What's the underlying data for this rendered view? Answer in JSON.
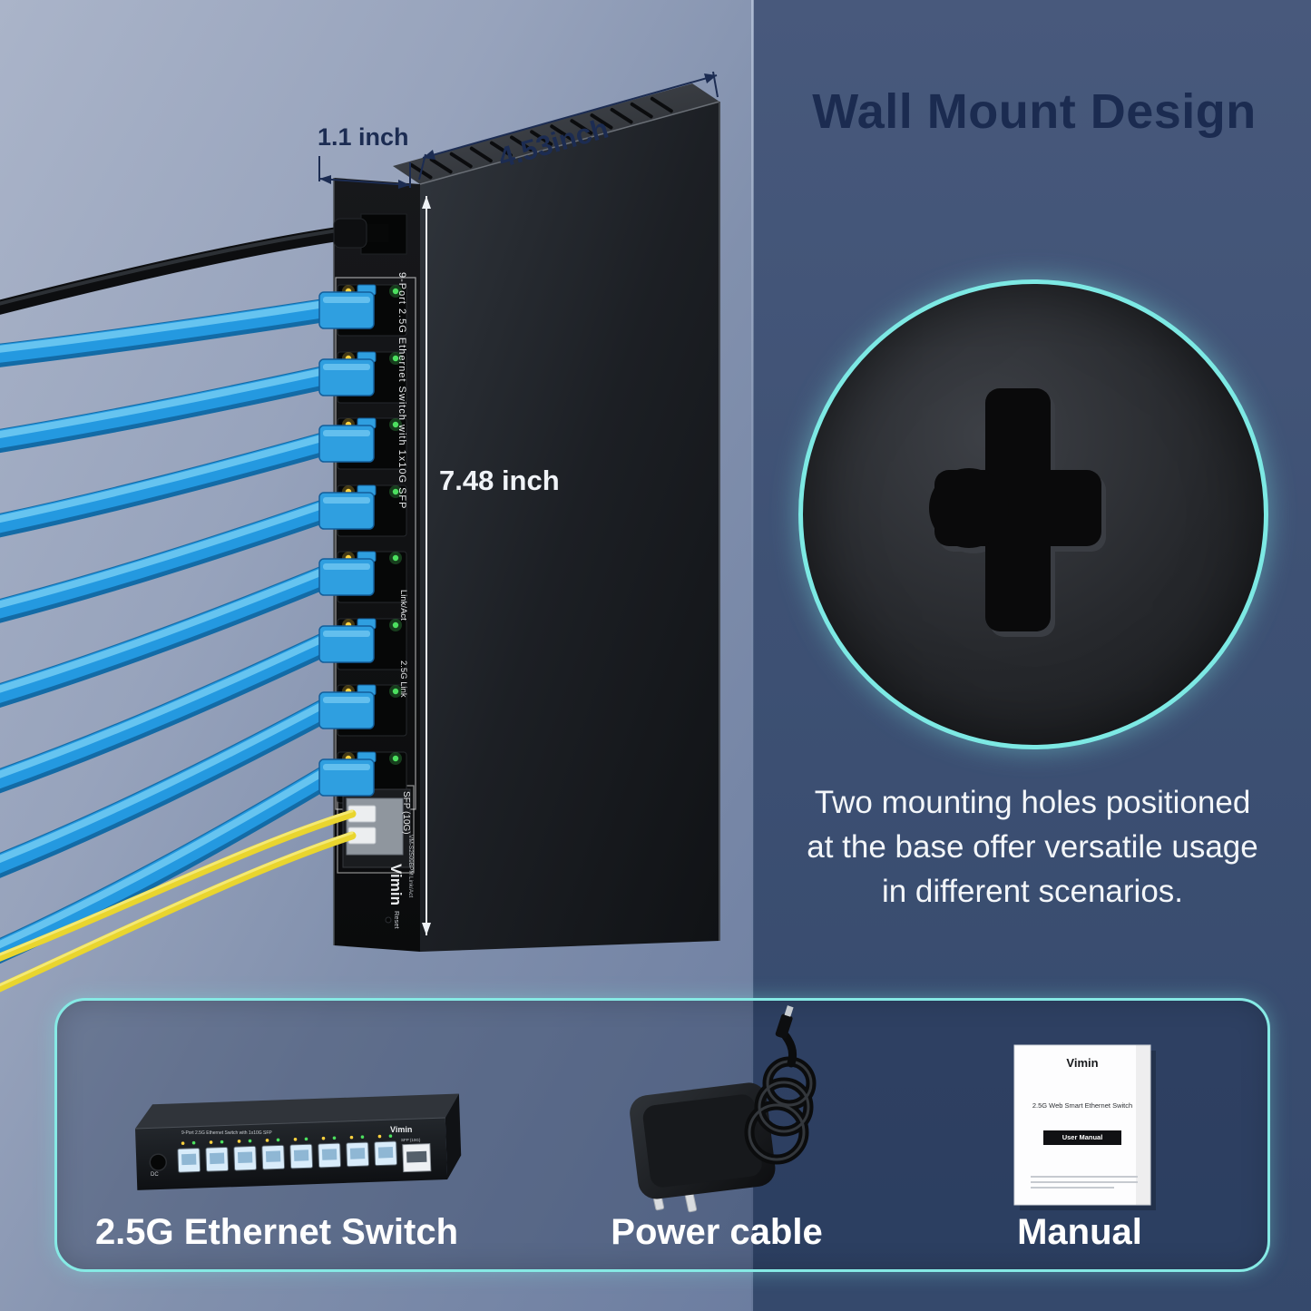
{
  "header": {
    "title": "Wall Mount Design"
  },
  "dimensions": {
    "depth": "1.1 inch",
    "width": "4.53inch",
    "height": "7.48 inch"
  },
  "device_panel": {
    "port_label": "9-Port 2.5G Ethernet Switch with 1x10G SFP",
    "led_label_1": "Link/Act",
    "led_label_2": "2.5G Link",
    "sfp_label": "SFP (10G)",
    "sfp_led_label": "Link/Act",
    "brand": "Vimin",
    "model": "VM-S2509BPM",
    "reset_label": "Reset"
  },
  "inset": {
    "caption_lines": [
      "Two mounting holes positioned",
      "at the base offer versatile usage",
      "in different scenarios."
    ]
  },
  "package": {
    "item_labels": [
      "2.5G Ethernet Switch",
      "Power cable",
      "Manual"
    ],
    "mini_switch": {
      "brand": "Vimin",
      "panel_text": "9-Port 2.5G Ethernet Switch with 1x10G SFP",
      "dc_label": "DC",
      "sfp_caption": "SFP (10G)"
    },
    "manual": {
      "brand": "Vimin",
      "title": "2.5G Web Smart Ethernet Switch",
      "badge": "User Manual"
    }
  },
  "colors": {
    "accent_teal": "#7de9e4",
    "cable_blue": "#2f9fe0",
    "fiber_yellow": "#e9d52e",
    "title_navy": "#1b2b50"
  }
}
